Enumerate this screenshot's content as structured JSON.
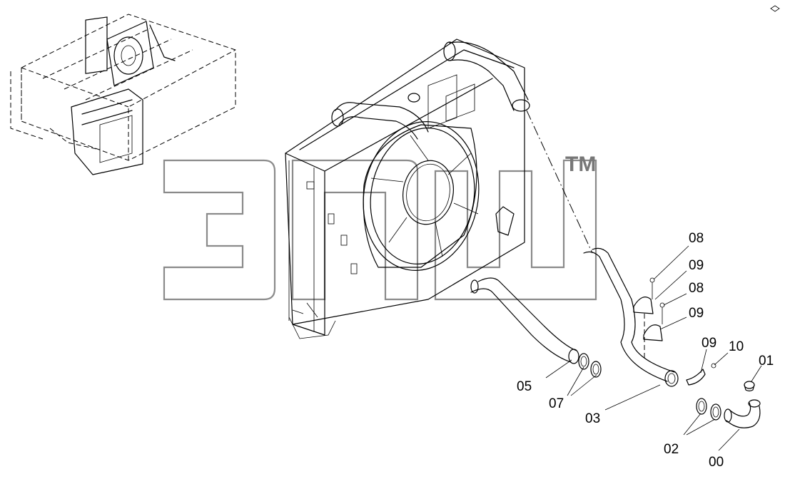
{
  "diagram": {
    "watermark": {
      "logo_text": "ЭПЦ",
      "trademark": "TM"
    },
    "callouts": [
      {
        "id": "08a",
        "label": "08"
      },
      {
        "id": "09a",
        "label": "09"
      },
      {
        "id": "08b",
        "label": "08"
      },
      {
        "id": "09b",
        "label": "09"
      },
      {
        "id": "09c",
        "label": "09"
      },
      {
        "id": "10",
        "label": "10"
      },
      {
        "id": "01",
        "label": "01"
      },
      {
        "id": "05",
        "label": "05"
      },
      {
        "id": "07",
        "label": "07"
      },
      {
        "id": "03",
        "label": "03"
      },
      {
        "id": "02",
        "label": "02"
      },
      {
        "id": "00",
        "label": "00"
      }
    ]
  }
}
